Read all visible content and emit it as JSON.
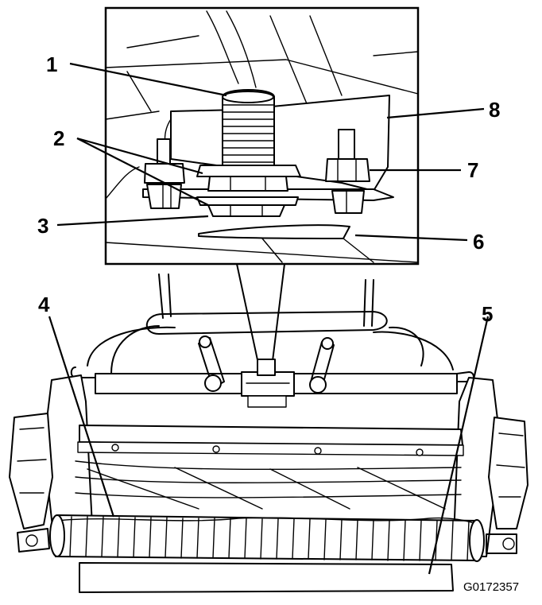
{
  "callouts": [
    {
      "id": "1",
      "label": "1"
    },
    {
      "id": "2",
      "label": "2"
    },
    {
      "id": "3",
      "label": "3"
    },
    {
      "id": "4",
      "label": "4"
    },
    {
      "id": "5",
      "label": "5"
    },
    {
      "id": "6",
      "label": "6"
    },
    {
      "id": "7",
      "label": "7"
    },
    {
      "id": "8",
      "label": "8"
    }
  ],
  "figure_id": "G0172357"
}
